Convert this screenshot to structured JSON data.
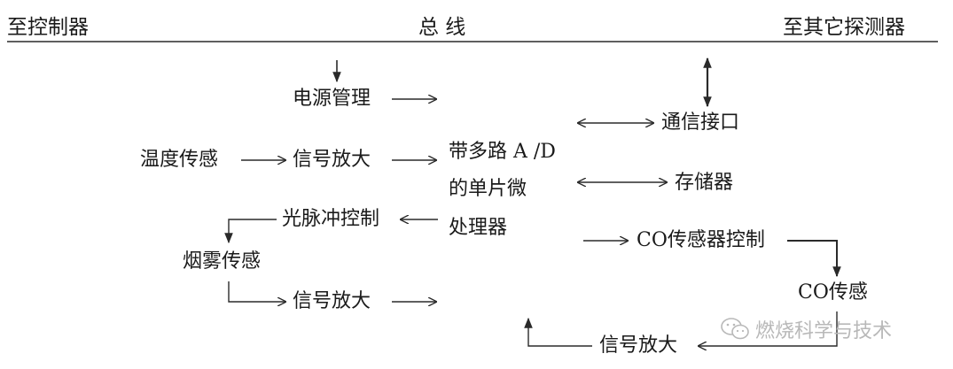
{
  "bus": {
    "left": "至控制器",
    "center": "总 线",
    "right": "至其它探测器"
  },
  "nodes": {
    "power": "电源管理",
    "temp_sensor": "温度传感",
    "amp_temp": "信号放大",
    "mcu_line1": "带多路 A /D",
    "mcu_line2": "的单片微",
    "mcu_line3": "处理器",
    "comm": "通信接口",
    "storage": "存储器",
    "light_ctrl": "光脉冲控制",
    "smoke_sensor": "烟雾传感",
    "amp_smoke": "信号放大",
    "co_ctrl": "CO传感器控制",
    "co_sensor": "CO传感",
    "amp_co": "信号放大"
  },
  "watermark": {
    "text": "燃烧科学与技术",
    "icon": "wechat-icon"
  },
  "colors": {
    "line": "#2a2a2a",
    "text": "#1a1a1a",
    "watermark": "#b8b8b8"
  }
}
